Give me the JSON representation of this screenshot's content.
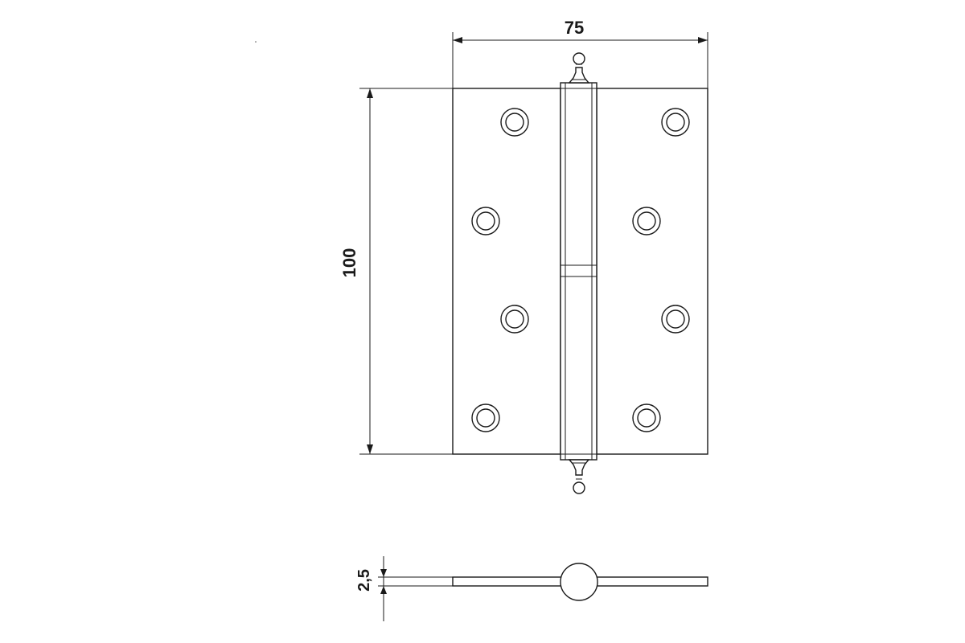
{
  "diagram": {
    "dimensions": {
      "width_label": "75",
      "height_label": "100",
      "thickness_label": "2,5"
    }
  }
}
